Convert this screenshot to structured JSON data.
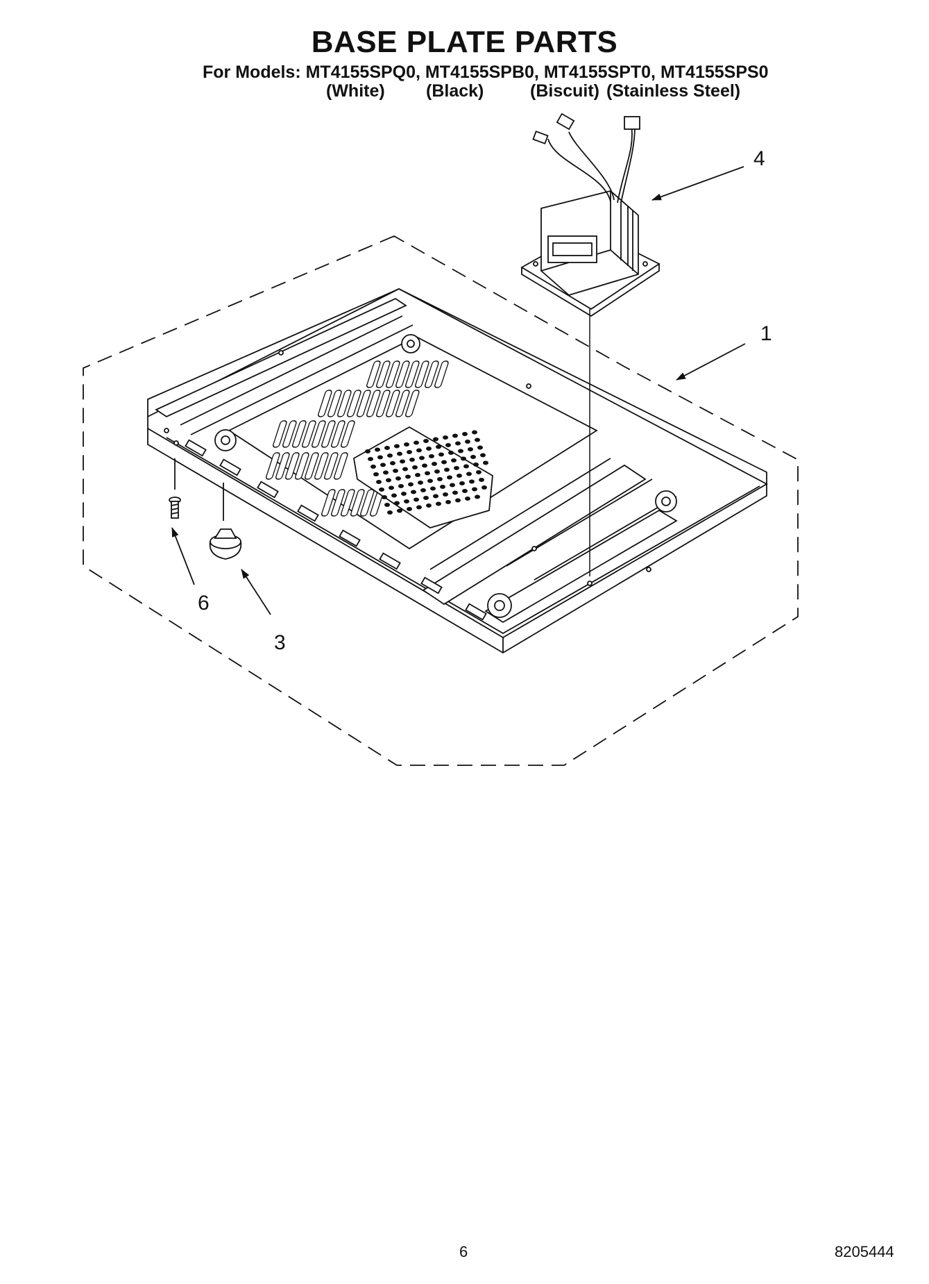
{
  "header": {
    "title": "BASE PLATE PARTS",
    "models_line": "For Models: MT4155SPQ0, MT4155SPB0, MT4155SPT0, MT4155SPS0",
    "colors": [
      "(White)",
      "(Black)",
      "(Biscuit)",
      "(Stainless Steel)"
    ]
  },
  "callouts": {
    "transformer": "4",
    "base_plate": "1",
    "screw": "6",
    "foot": "3"
  },
  "footer": {
    "page_number": "6",
    "doc_number": "8205444"
  }
}
